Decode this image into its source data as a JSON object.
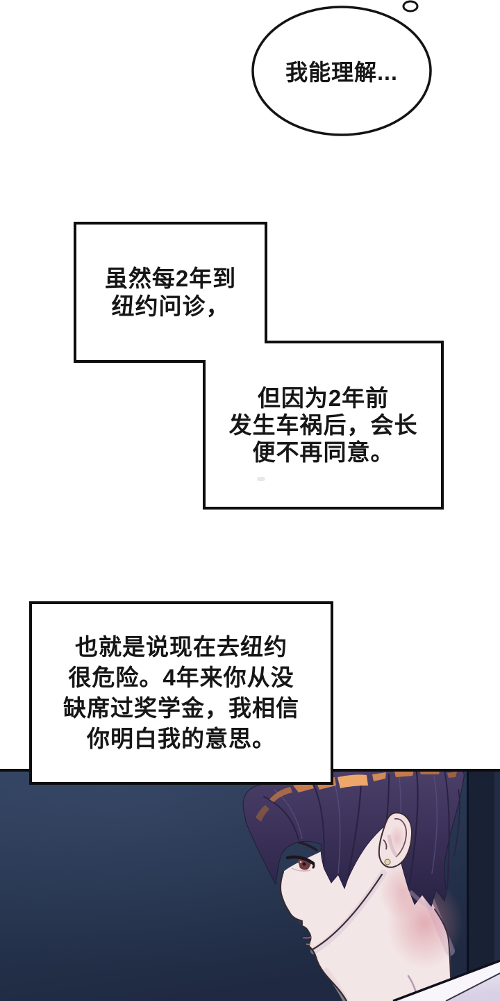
{
  "page": {
    "kind": "webtoon-comic-panel",
    "background_color": "#ffffff"
  },
  "thought_bubble": {
    "text": "我能理解..."
  },
  "speech_box_1": {
    "lines": [
      "虽然每2年到",
      "纽约问诊，"
    ]
  },
  "speech_box_2": {
    "lines": [
      "但因为2年前",
      "发生车祸后，会长",
      "便不再同意。"
    ]
  },
  "speech_box_3": {
    "lines": [
      "也就是说现在去纽约",
      "很危险。4年来你从没",
      "缺席过奖学金，我相信",
      "你明白我的意思。"
    ]
  },
  "illustration": {
    "description": "side profile of a young man with dark purple hair against a dark navy background, warm orange light on top of hair, white shirt at lower right",
    "background_navy": "#27354f",
    "right_band_navy": "#192134",
    "hair_color": "#3a3058",
    "hair_highlight_orange": "#eda76b",
    "skin_color": "#f3e6e6",
    "neck_blush": "#d4808e",
    "shirt_color": "#f6f3f9",
    "outline_black": "#0e0e0e"
  }
}
